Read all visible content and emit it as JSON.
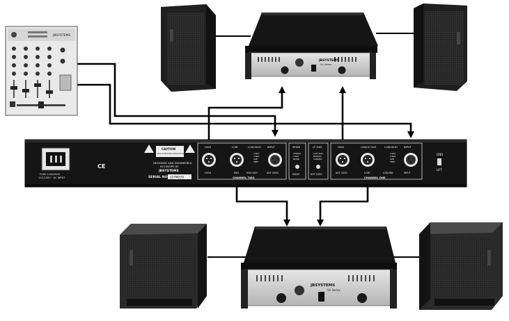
{
  "mixer": {
    "brand": "JBSYSTEMS"
  },
  "crossover": {
    "caution_label": "CAUTION",
    "caution_text": "RISK OF ELECTRIC SHOCK DO NOT OPEN",
    "designed_line1": "DESIGNED AND ENGINEERED",
    "designed_line2": "IN EUROPE BY",
    "brand": "JBSYSTEMS",
    "serial_label": "SERIAL NO",
    "serial_value": "21TMO70",
    "ce_mark": "CE",
    "fuse_line1": "FUSE 0.5A/250V",
    "fuse_line2": "115-230V~ AC INPUT",
    "channel_two": {
      "high": "HIGH",
      "low": "LOW",
      "low_high": "LOW-HIGH",
      "input": "INPUT",
      "mid": "MID",
      "mid_high": "MID-HIGH",
      "not_used": "NOT USED",
      "label": "CHANNEL TWO",
      "switch_options": [
        "3-WAY",
        "2-WAY",
        "SUB",
        "FREE"
      ]
    },
    "mode": {
      "label": "MODE",
      "options": [
        "STEREO",
        "2-WAY",
        "MONO"
      ],
      "bottom": "MONO"
    },
    "lf_sum": {
      "label": "LF SUM",
      "options": [
        "LOW SUM",
        "NORMAL",
        "SUMMED"
      ],
      "bottom": "NOT USED"
    },
    "channel_one": {
      "high": "HIGH",
      "low_mult_sum": "LOW/ULT SUM",
      "low_high": "LOW-HIGH",
      "input": "INPUT",
      "not_used": "NOT USED",
      "low": "LOW",
      "low_mid": "LOW-MID",
      "label": "CHANNEL ONE",
      "switch_options": [
        "3-WAY",
        "2-WAY",
        "SUB",
        "FREE"
      ]
    },
    "gnd": "GND",
    "lift": "LIFT"
  },
  "amp_top": {
    "brand": "JBSYSTEMS",
    "model": "Vo Series"
  },
  "amp_bottom": {
    "brand": "JBSYSTEMS",
    "model": "Vo Series"
  },
  "colors": {
    "rack_dark": "#161616",
    "amp_silver": "#cfcfcf",
    "speaker_dark": "#2a2a2a",
    "cable": "#000000"
  }
}
